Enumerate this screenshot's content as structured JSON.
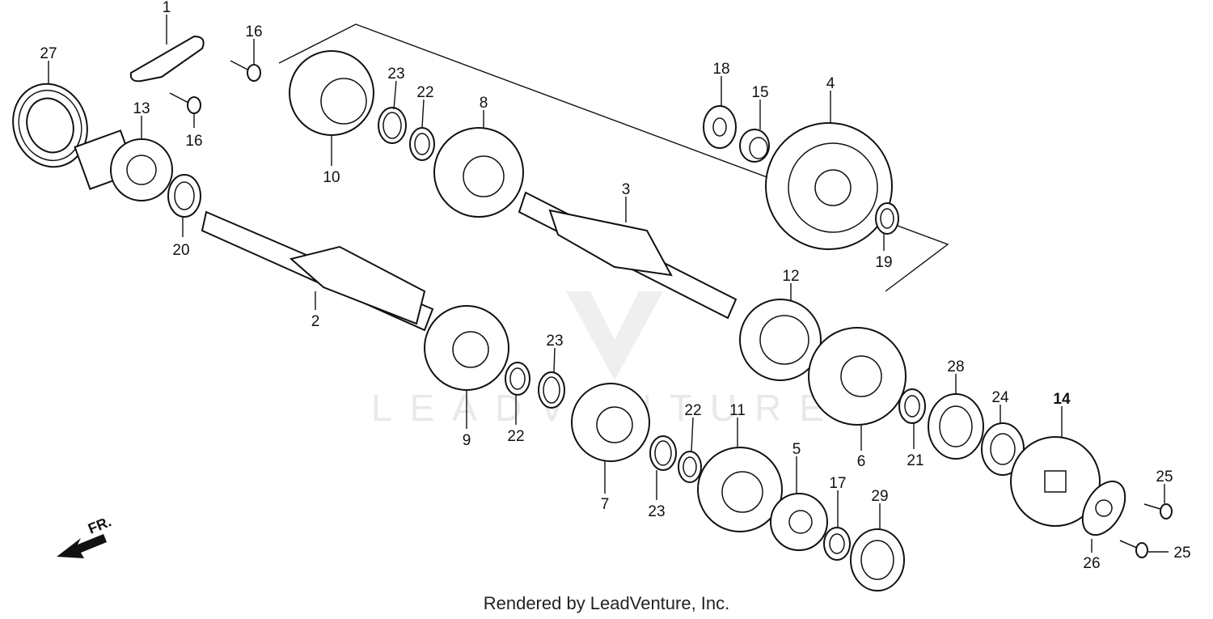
{
  "footer": "Rendered by LeadVenture, Inc.",
  "watermark": "LEADVENTURE",
  "direction_label": "FR.",
  "callouts": [
    "1",
    "2",
    "3",
    "4",
    "5",
    "6",
    "7",
    "8",
    "9",
    "10",
    "11",
    "12",
    "13",
    "14",
    "15",
    "16",
    "16",
    "17",
    "18",
    "19",
    "20",
    "21",
    "22",
    "22",
    "22",
    "23",
    "23",
    "23",
    "24",
    "25",
    "25",
    "26",
    "27",
    "28",
    "29"
  ]
}
